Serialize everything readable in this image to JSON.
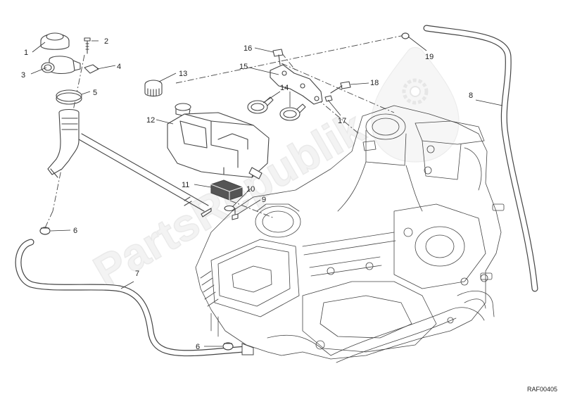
{
  "diagram": {
    "reference_code": "RAF00405",
    "watermark_text": "PartsRepublik",
    "gear_icon": "gear-icon",
    "callouts": [
      {
        "id": "c1",
        "text": "1"
      },
      {
        "id": "c2",
        "text": "2"
      },
      {
        "id": "c3",
        "text": "3"
      },
      {
        "id": "c4",
        "text": "4"
      },
      {
        "id": "c5",
        "text": "5"
      },
      {
        "id": "c6a",
        "text": "6"
      },
      {
        "id": "c6b",
        "text": "6"
      },
      {
        "id": "c7",
        "text": "7"
      },
      {
        "id": "c8",
        "text": "8"
      },
      {
        "id": "c9",
        "text": "9"
      },
      {
        "id": "c10",
        "text": "10"
      },
      {
        "id": "c11",
        "text": "11"
      },
      {
        "id": "c12",
        "text": "12"
      },
      {
        "id": "c13",
        "text": "13"
      },
      {
        "id": "c14",
        "text": "14"
      },
      {
        "id": "c15",
        "text": "15"
      },
      {
        "id": "c16",
        "text": "16"
      },
      {
        "id": "c17",
        "text": "17"
      },
      {
        "id": "c18",
        "text": "18"
      },
      {
        "id": "c19",
        "text": "19"
      }
    ]
  }
}
